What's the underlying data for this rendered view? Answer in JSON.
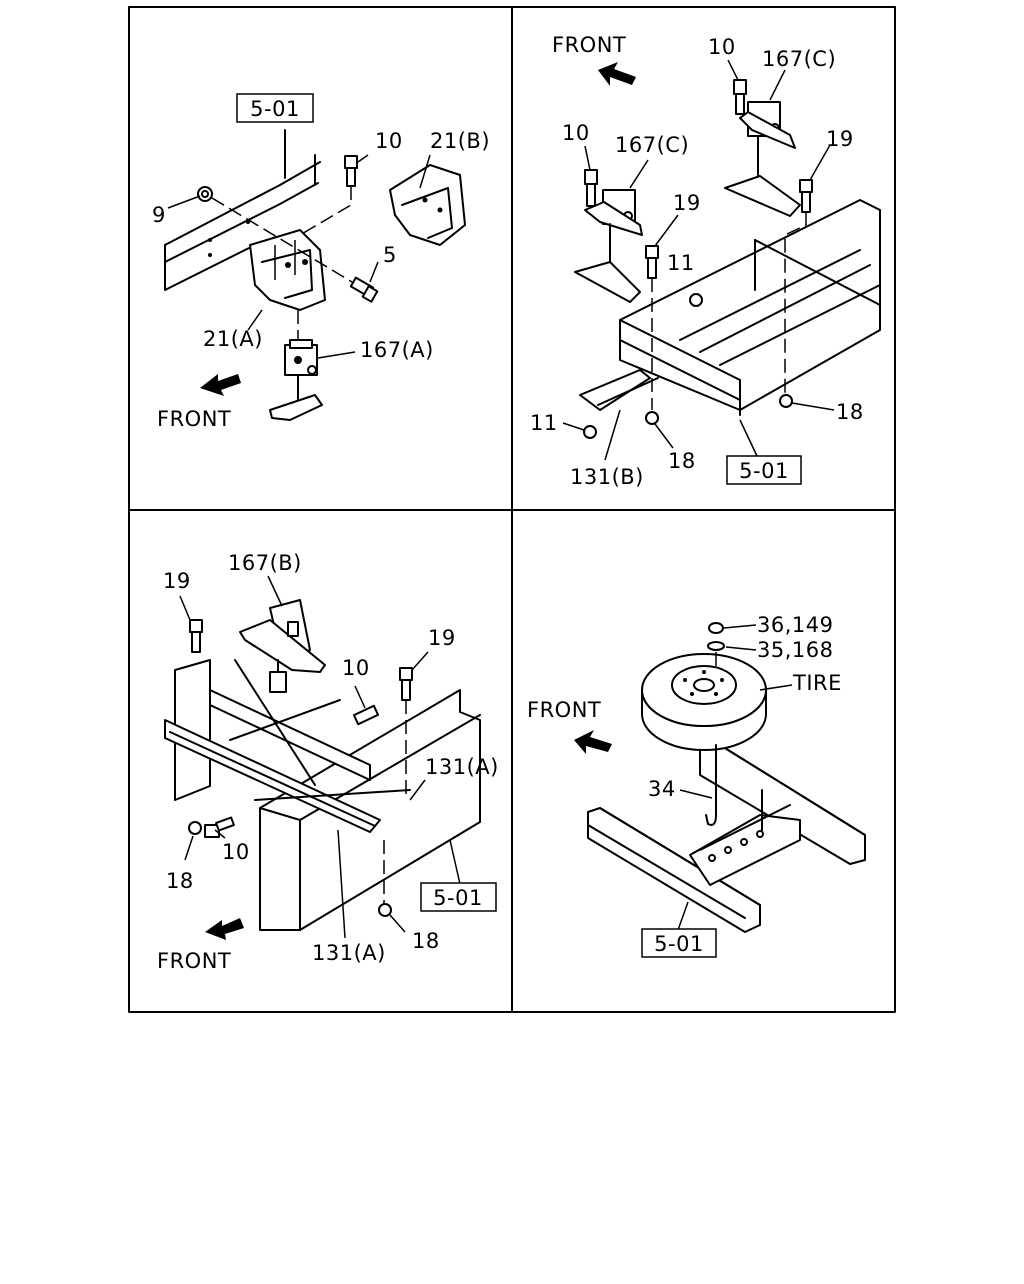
{
  "panels": {
    "tl": {
      "ref": "5-01",
      "labels": [
        "10",
        "21(B)",
        "9",
        "5",
        "21(A)",
        "167(A)"
      ],
      "front": "FRONT"
    },
    "tr": {
      "ref": "5-01",
      "labels": [
        "10",
        "167(C)",
        "10",
        "167(C)",
        "19",
        "19",
        "11",
        "11",
        "18",
        "18",
        "131(B)"
      ],
      "front": "FRONT"
    },
    "bl": {
      "ref": "5-01",
      "labels": [
        "167(B)",
        "19",
        "19",
        "10",
        "131(A)",
        "10",
        "18",
        "131(A)",
        "18"
      ],
      "front": "FRONT"
    },
    "br": {
      "ref": "5-01",
      "labels": [
        "36,149",
        "35,168",
        "TIRE",
        "34"
      ],
      "front": "FRONT"
    }
  }
}
